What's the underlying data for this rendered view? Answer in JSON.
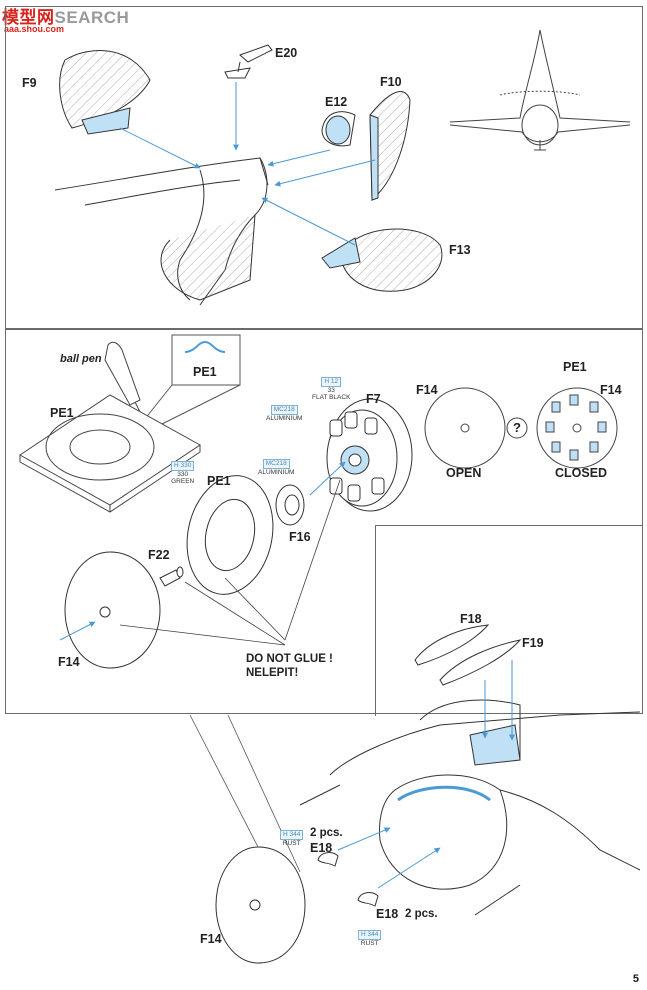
{
  "watermark": {
    "brand": "SEARCH",
    "brand_prefix": "模型网",
    "url": "aaa.shou.com"
  },
  "parts": {
    "f9": "F9",
    "e20": "E20",
    "f10": "F10",
    "e12": "E12",
    "f13": "F13",
    "pe1_top": "PE1",
    "pe1_left": "PE1",
    "pe1_mid": "PE1",
    "pe1_closed": "PE1",
    "f7": "F7",
    "f14_open": "F14",
    "f14_closed": "F14",
    "f16": "F16",
    "f22": "F22",
    "f14_a": "F14",
    "f18": "F18",
    "f19": "F19",
    "e18_a": "E18",
    "e18_b": "E18",
    "f14_b": "F14"
  },
  "notes": {
    "ball_pen": "ball pen",
    "open": "OPEN",
    "closed": "CLOSED",
    "question": "?",
    "do_not_glue": "DO NOT GLUE !",
    "nelepit": "NELEPIT!",
    "pcs_a": "2 pcs.",
    "pcs_b": "2 pcs."
  },
  "paints": {
    "h12": {
      "code": "H 12",
      "num": "33",
      "name": "FLAT BLACK"
    },
    "mc218_a": {
      "code": "MC218",
      "name": "ALUMINIUM"
    },
    "mc218_b": {
      "code": "MC218",
      "name": "ALUMINIUM"
    },
    "h330": {
      "code": "H 330",
      "num": "330",
      "name": "GREEN"
    },
    "h344_a": {
      "code": "H 344",
      "name": "RUST"
    },
    "h344_b": {
      "code": "H 344",
      "name": "RUST"
    }
  },
  "page_number": "5",
  "colors": {
    "accent": "#4a9ad6",
    "part_fill": "#bfe0f5",
    "line": "#333333",
    "frame": "#6b6b6b"
  }
}
